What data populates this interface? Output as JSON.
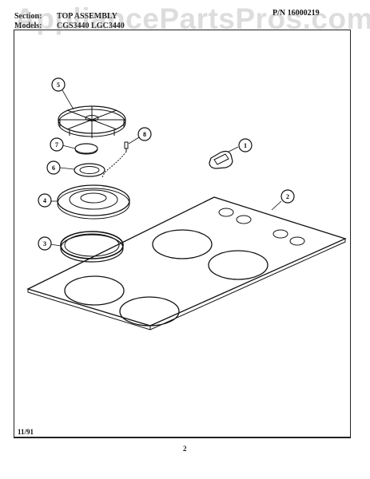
{
  "header": {
    "section_label": "Section:",
    "section_value": "TOP ASSEMBLY",
    "models_label": "Models:",
    "models_value": "CGS3440 LGC3440",
    "part_number": "P/N 16000219"
  },
  "watermark": "AppliancePartsPros.com",
  "footer": {
    "date": "11/91",
    "page_number": "2"
  },
  "callouts": [
    "1",
    "2",
    "3",
    "4",
    "5",
    "6",
    "7",
    "8"
  ]
}
